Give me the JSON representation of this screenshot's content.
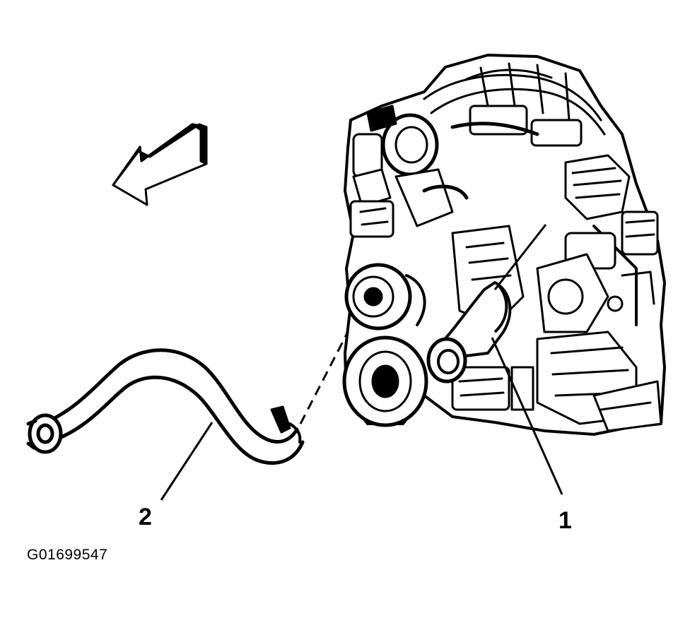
{
  "figure": {
    "id_label": "G01699547",
    "callouts": [
      {
        "number": "1",
        "part": "engine-coolant-outlet"
      },
      {
        "number": "2",
        "part": "heater-hose"
      }
    ],
    "direction_arrow": "front-direction-arrow-icon",
    "colors": {
      "ink": "#000000",
      "paper": "#ffffff"
    }
  }
}
